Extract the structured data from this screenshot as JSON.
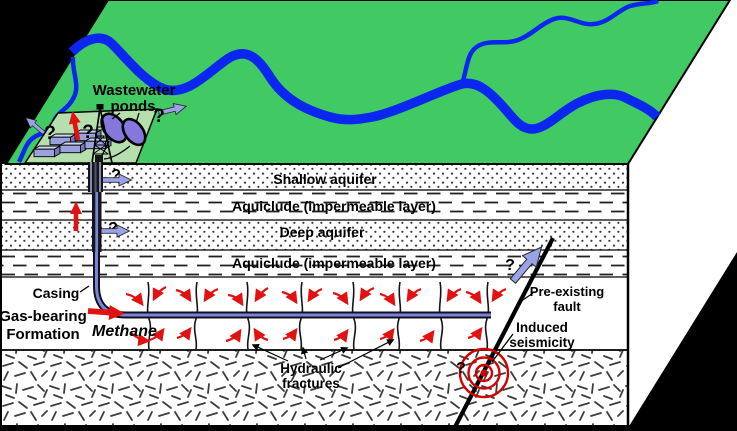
{
  "labels": {
    "wastewater_ponds": [
      "Wastewater",
      "ponds"
    ],
    "casing": "Casing",
    "gas_bearing_formation": [
      "Gas-bearing",
      "Formation"
    ],
    "methane": "Methane",
    "hydraulic_fractures": [
      "Hydraulic",
      "fractures"
    ],
    "pre_existing_fault": [
      "Pre-existing",
      "fault"
    ],
    "induced_seismicity": [
      "Induced",
      "seismicity"
    ],
    "question_mark": "?"
  },
  "layers": [
    {
      "name": "shallow-aquifer",
      "label": "Shallow aquifer",
      "texture": "dotted"
    },
    {
      "name": "aquiclude-upper",
      "label": "Aquiclude (impermeable layer)",
      "texture": "dashed"
    },
    {
      "name": "deep-aquifer",
      "label": "Deep aquifer",
      "texture": "dotted"
    },
    {
      "name": "aquiclude-lower",
      "label": "Aquiclude (impermeable layer)",
      "texture": "dashed"
    },
    {
      "name": "gas-bearing-formation",
      "label": "Gas-bearing Formation",
      "texture": "plain"
    },
    {
      "name": "basement-rock",
      "label": "",
      "texture": "random-dashes"
    }
  ],
  "colors": {
    "surface_green": "#41ca63",
    "pad_green": "#b6dfae",
    "river_blue": "#0b26ee",
    "pond_purple": "#8478dc",
    "arrow_blue": "#9aa3e8",
    "arrow_red": "#e01212",
    "methane_red": "#d31111",
    "seismicity_red": "#d40000",
    "truck_blue": "#9aa2dc"
  }
}
